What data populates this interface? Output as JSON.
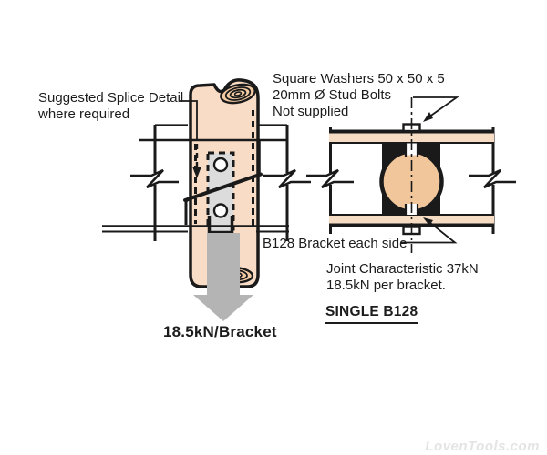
{
  "diagram": {
    "splice_note": {
      "line1": "Suggested Splice Detail",
      "line2": "where required"
    },
    "washers_note": {
      "line1": "Square Washers 50 x 50 x 5",
      "line2": "20mm Ø Stud Bolts",
      "line3": "Not supplied"
    },
    "bracket_label": "B128 Bracket each side",
    "joint_note": {
      "line1": "Joint Characteristic 37kN",
      "line2": "18.5kN per bracket."
    },
    "variant_label": "SINGLE B128",
    "load_label": "18.5kN/Bracket"
  },
  "watermark": "LovenTools.com",
  "colors": {
    "pole_fill": "#f9dcc6",
    "end_grain_fill": "#f3cba4",
    "section_circle_fill": "#f2c69b",
    "rail_fill": "#f7dcc4",
    "bracket_plate_fill": "#dcdcdc",
    "load_arrow_fill": "#b4b4b4",
    "line_color": "#1a1a1a",
    "watermark_color": "#e4e4e4"
  }
}
